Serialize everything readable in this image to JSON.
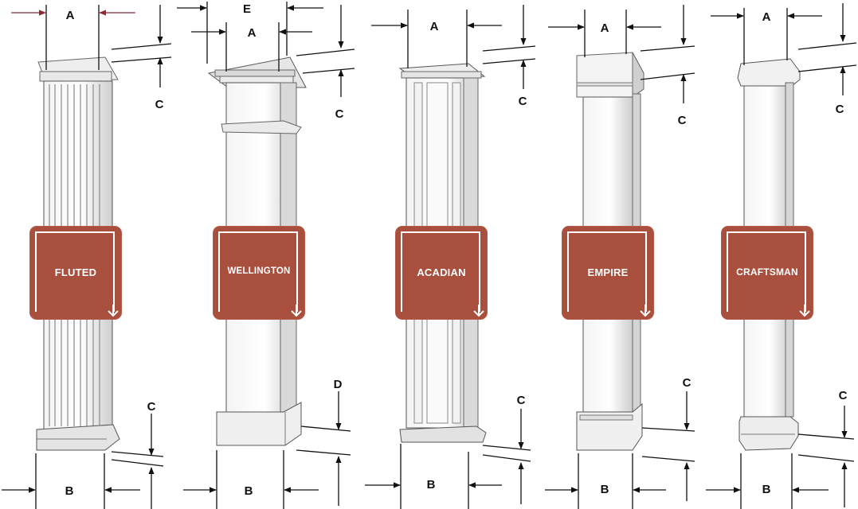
{
  "colors": {
    "badge": "#a94f3e",
    "badge_border": "#b75b49",
    "arrow_marker": "#8b2b3a",
    "line": "#111111",
    "column_shade": "#c8c8c8"
  },
  "columns": [
    {
      "name": "FLUTED",
      "dims": {
        "top_width": "A",
        "height": "C",
        "bottom_height": "C",
        "base_width": "B"
      }
    },
    {
      "name": "WELLINGTON",
      "dims": {
        "top_width": "A",
        "cap_width": "E",
        "height": "C",
        "bottom_height": "D",
        "base_width": "B"
      }
    },
    {
      "name": "ACADIAN",
      "dims": {
        "top_width": "A",
        "height": "C",
        "bottom_height": "C",
        "base_width": "B"
      }
    },
    {
      "name": "EMPIRE",
      "dims": {
        "top_width": "A",
        "height": "C",
        "bottom_height": "C",
        "base_width": "B"
      }
    },
    {
      "name": "CRAFTSMAN",
      "dims": {
        "top_width": "A",
        "height": "C",
        "bottom_height": "C",
        "base_width": "B"
      }
    }
  ],
  "badge_icon": "down-arrow-icon"
}
